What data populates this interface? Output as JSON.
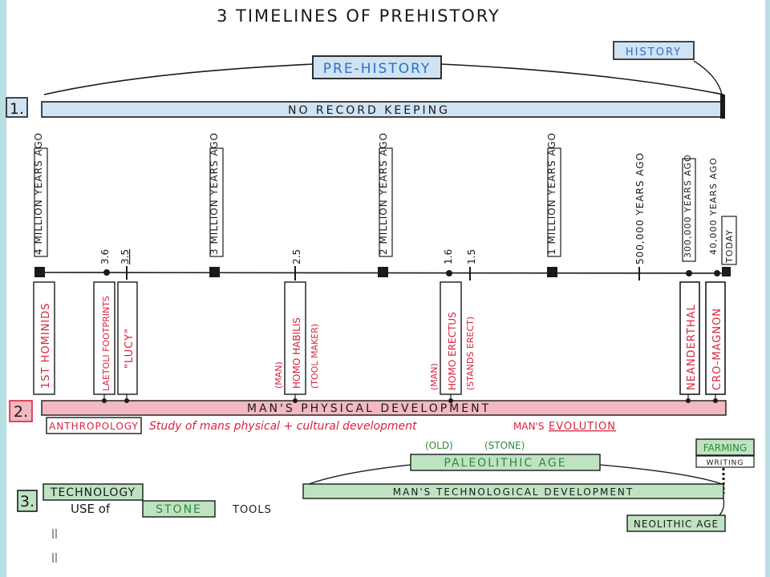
{
  "title": "3 TIMELINES OF PREHISTORY",
  "era_labels": {
    "prehistory": "PRE-HISTORY",
    "history": "HISTORY"
  },
  "timeline1": {
    "number": "1.",
    "bar_label": "NO RECORD KEEPING"
  },
  "time_markers": [
    {
      "id": "m4m",
      "label": "4 MILLION YEARS AGO"
    },
    {
      "id": "m3m",
      "label": "3 MILLION YEARS AGO"
    },
    {
      "id": "m2m",
      "label": "2 MILLION YEARS AGO"
    },
    {
      "id": "m1m",
      "label": "1 MILLION YEARS AGO"
    },
    {
      "id": "m500k",
      "label": "500,000 YEARS AGO"
    },
    {
      "id": "m300k",
      "label": "300,000 YEARS AGO"
    },
    {
      "id": "m40k",
      "label": "40,000 YEARS AGO"
    },
    {
      "id": "today",
      "label": "TODAY"
    }
  ],
  "tick_numbers": [
    "3.6",
    "3.5",
    "2.5",
    "1.6",
    "1.5"
  ],
  "species": [
    {
      "id": "hominids",
      "label": "1ST HOMINIDS"
    },
    {
      "id": "laetoli",
      "label": "LAETOLI FOOTPRINTS"
    },
    {
      "id": "lucy",
      "label": "\"LUCY\""
    },
    {
      "id": "habilis",
      "label": "HOMO HABILIS",
      "note1": "(MAN)",
      "note2": "(TOOL MAKER)"
    },
    {
      "id": "erectus",
      "label": "HOMO ERECTUS",
      "note1": "(MAN)",
      "note2": "(STANDS ERECT)"
    },
    {
      "id": "neanderthal",
      "label": "NEANDERTHAL"
    },
    {
      "id": "cromagnon",
      "label": "CRO-MAGNON"
    }
  ],
  "timeline2": {
    "number": "2.",
    "bar_label": "MAN'S PHYSICAL DEVELOPMENT",
    "anthropology": "ANTHROPOLOGY",
    "definition": "Study of mans physical + cultural development",
    "evolution_prefix": "MAN'S",
    "evolution": "EVOLUTION"
  },
  "timeline3": {
    "number": "3.",
    "technology": "TECHNOLOGY",
    "use_of": "USE of",
    "stone": "STONE",
    "tools": "TOOLS",
    "old_note": "(OLD)",
    "stone_note": "(STONE)",
    "paleolithic": "PALEOLITHIC AGE",
    "bar_label": "MAN'S TECHNOLOGICAL DEVELOPMENT",
    "farming": "FARMING",
    "writing": "WRITING",
    "neolithic": "NEOLITHIC AGE"
  },
  "colors": {
    "ink": "#1a1a1a",
    "blue_fill": "#cfe3f3",
    "blue_text": "#2f6fc6",
    "pink_fill": "#f3b8c0",
    "red_text": "#d8243f",
    "green_fill": "#bfe3c2",
    "green_text": "#2e8a3c",
    "edge": "#b9dfe6"
  }
}
